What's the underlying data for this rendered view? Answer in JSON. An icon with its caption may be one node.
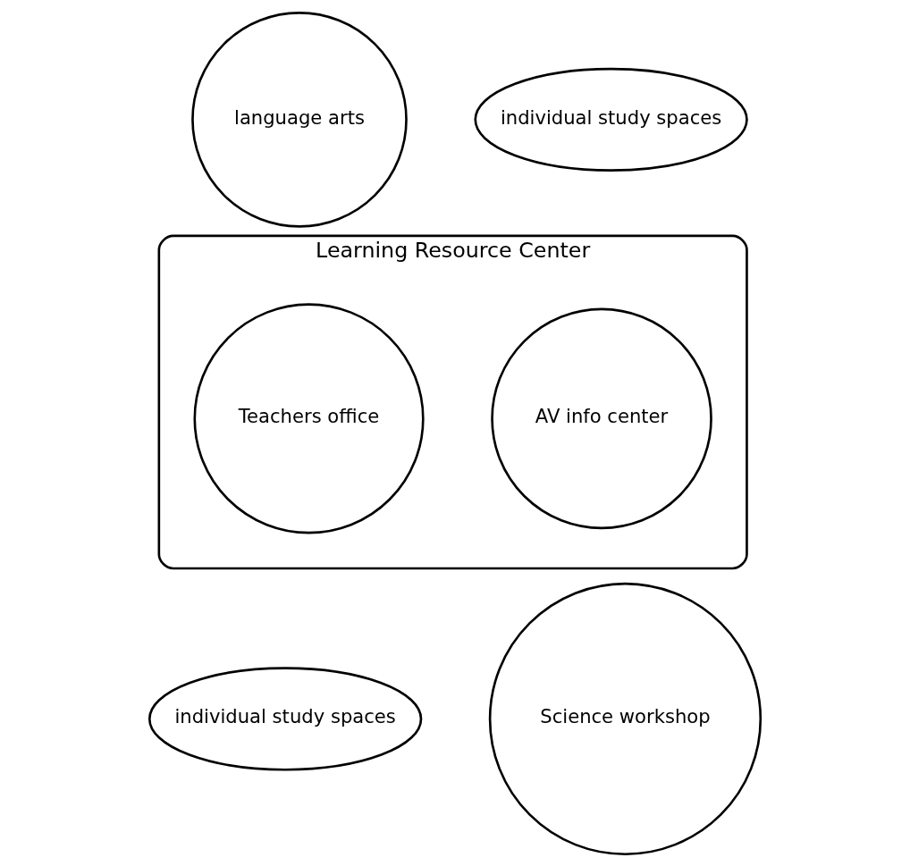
{
  "diagram": {
    "nodes": [
      {
        "text": [
          "individual study spaces"
        ]
      },
      {
        "text": [
          "language arts"
        ]
      },
      {
        "text": [
          "Learning Resource Center"
        ]
      },
      {
        "text": [
          "Teachers office"
        ],
        "in": 2
      },
      {
        "text": [
          "AV info center"
        ],
        "in": 2
      },
      {
        "text": [
          "individual study spaces"
        ]
      },
      {
        "text": [
          "Science workshop"
        ]
      }
    ],
    "edges": []
  }
}
